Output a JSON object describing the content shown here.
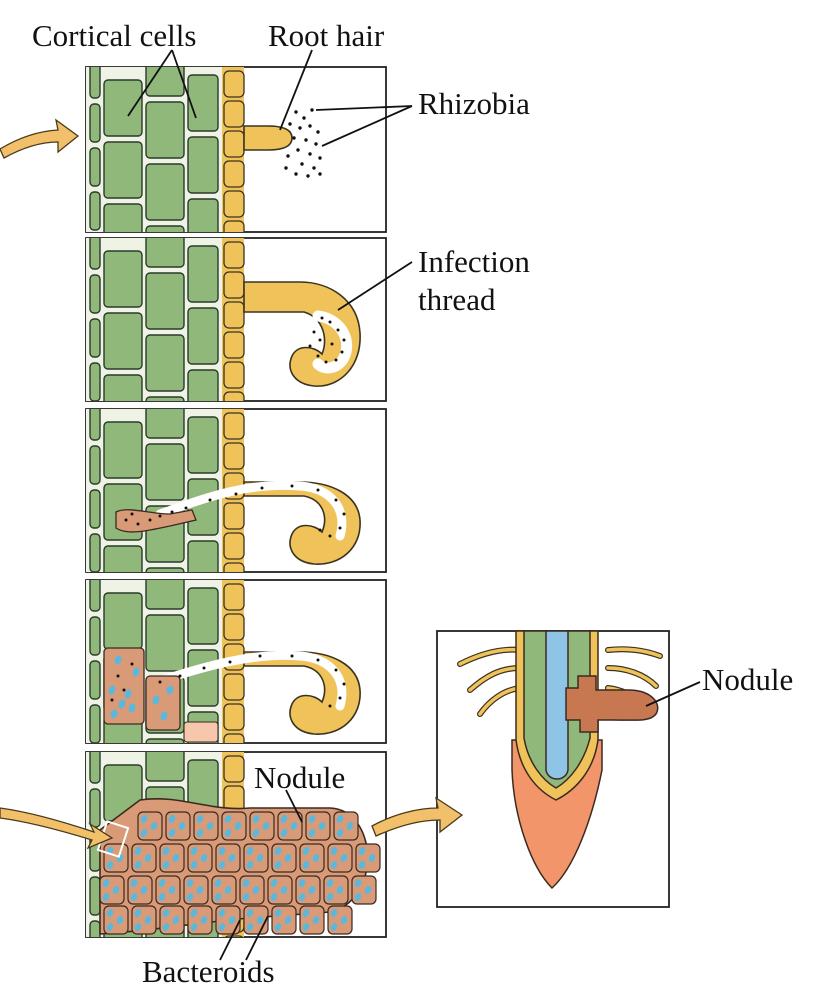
{
  "labels": {
    "cortical_cells": "Cortical cells",
    "root_hair": "Root hair",
    "rhizobia": "Rhizobia",
    "infection_thread_line1": "Infection",
    "infection_thread_line2": "thread",
    "nodule_panel5": "Nodule",
    "nodule_inset": "Nodule",
    "bacteroids": "Bacteroids"
  },
  "colors": {
    "cortex": "#8fb87a",
    "cell_wall": "#eef3e6",
    "epidermis": "#f0c25a",
    "infected_cell": "#d99a78",
    "vascular": "#8ec5e6",
    "root_cap": "#f2956b",
    "nodule": "#c77850",
    "bacteroid": "#5bb8dd",
    "arrow": "#f2c06a"
  }
}
